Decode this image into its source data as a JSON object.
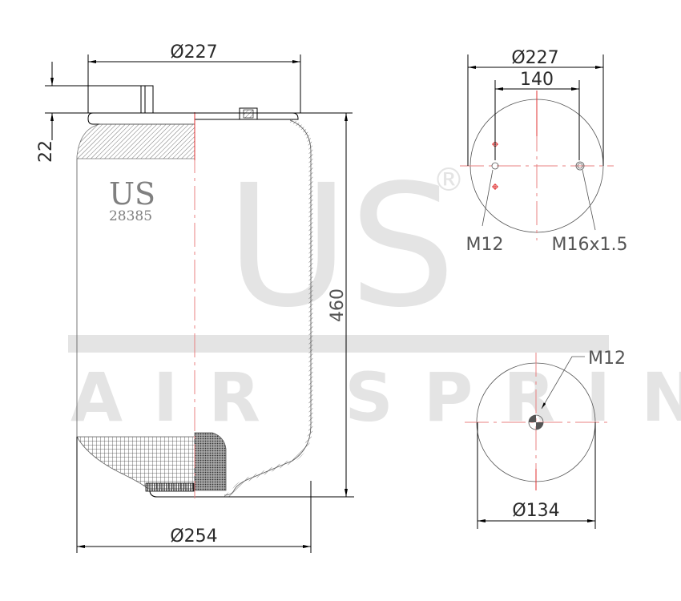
{
  "watermark": {
    "logo_text": "US",
    "registered_mark": "®",
    "tagline": "AIR SPRING"
  },
  "part": {
    "brand": "US",
    "number": "28385"
  },
  "side_view": {
    "top_diameter": "Ø227",
    "stud_height": "22",
    "overall_height": "460",
    "bottom_diameter": "Ø254"
  },
  "top_view": {
    "diameter": "Ø227",
    "bolt_spacing": "140",
    "left_thread": "M12",
    "right_thread": "M16x1.5"
  },
  "bottom_view": {
    "thread": "M12",
    "diameter": "Ø134"
  },
  "colors": {
    "centerline": "#e03030",
    "watermark": "#e4e4e4",
    "outline": "#000000"
  }
}
